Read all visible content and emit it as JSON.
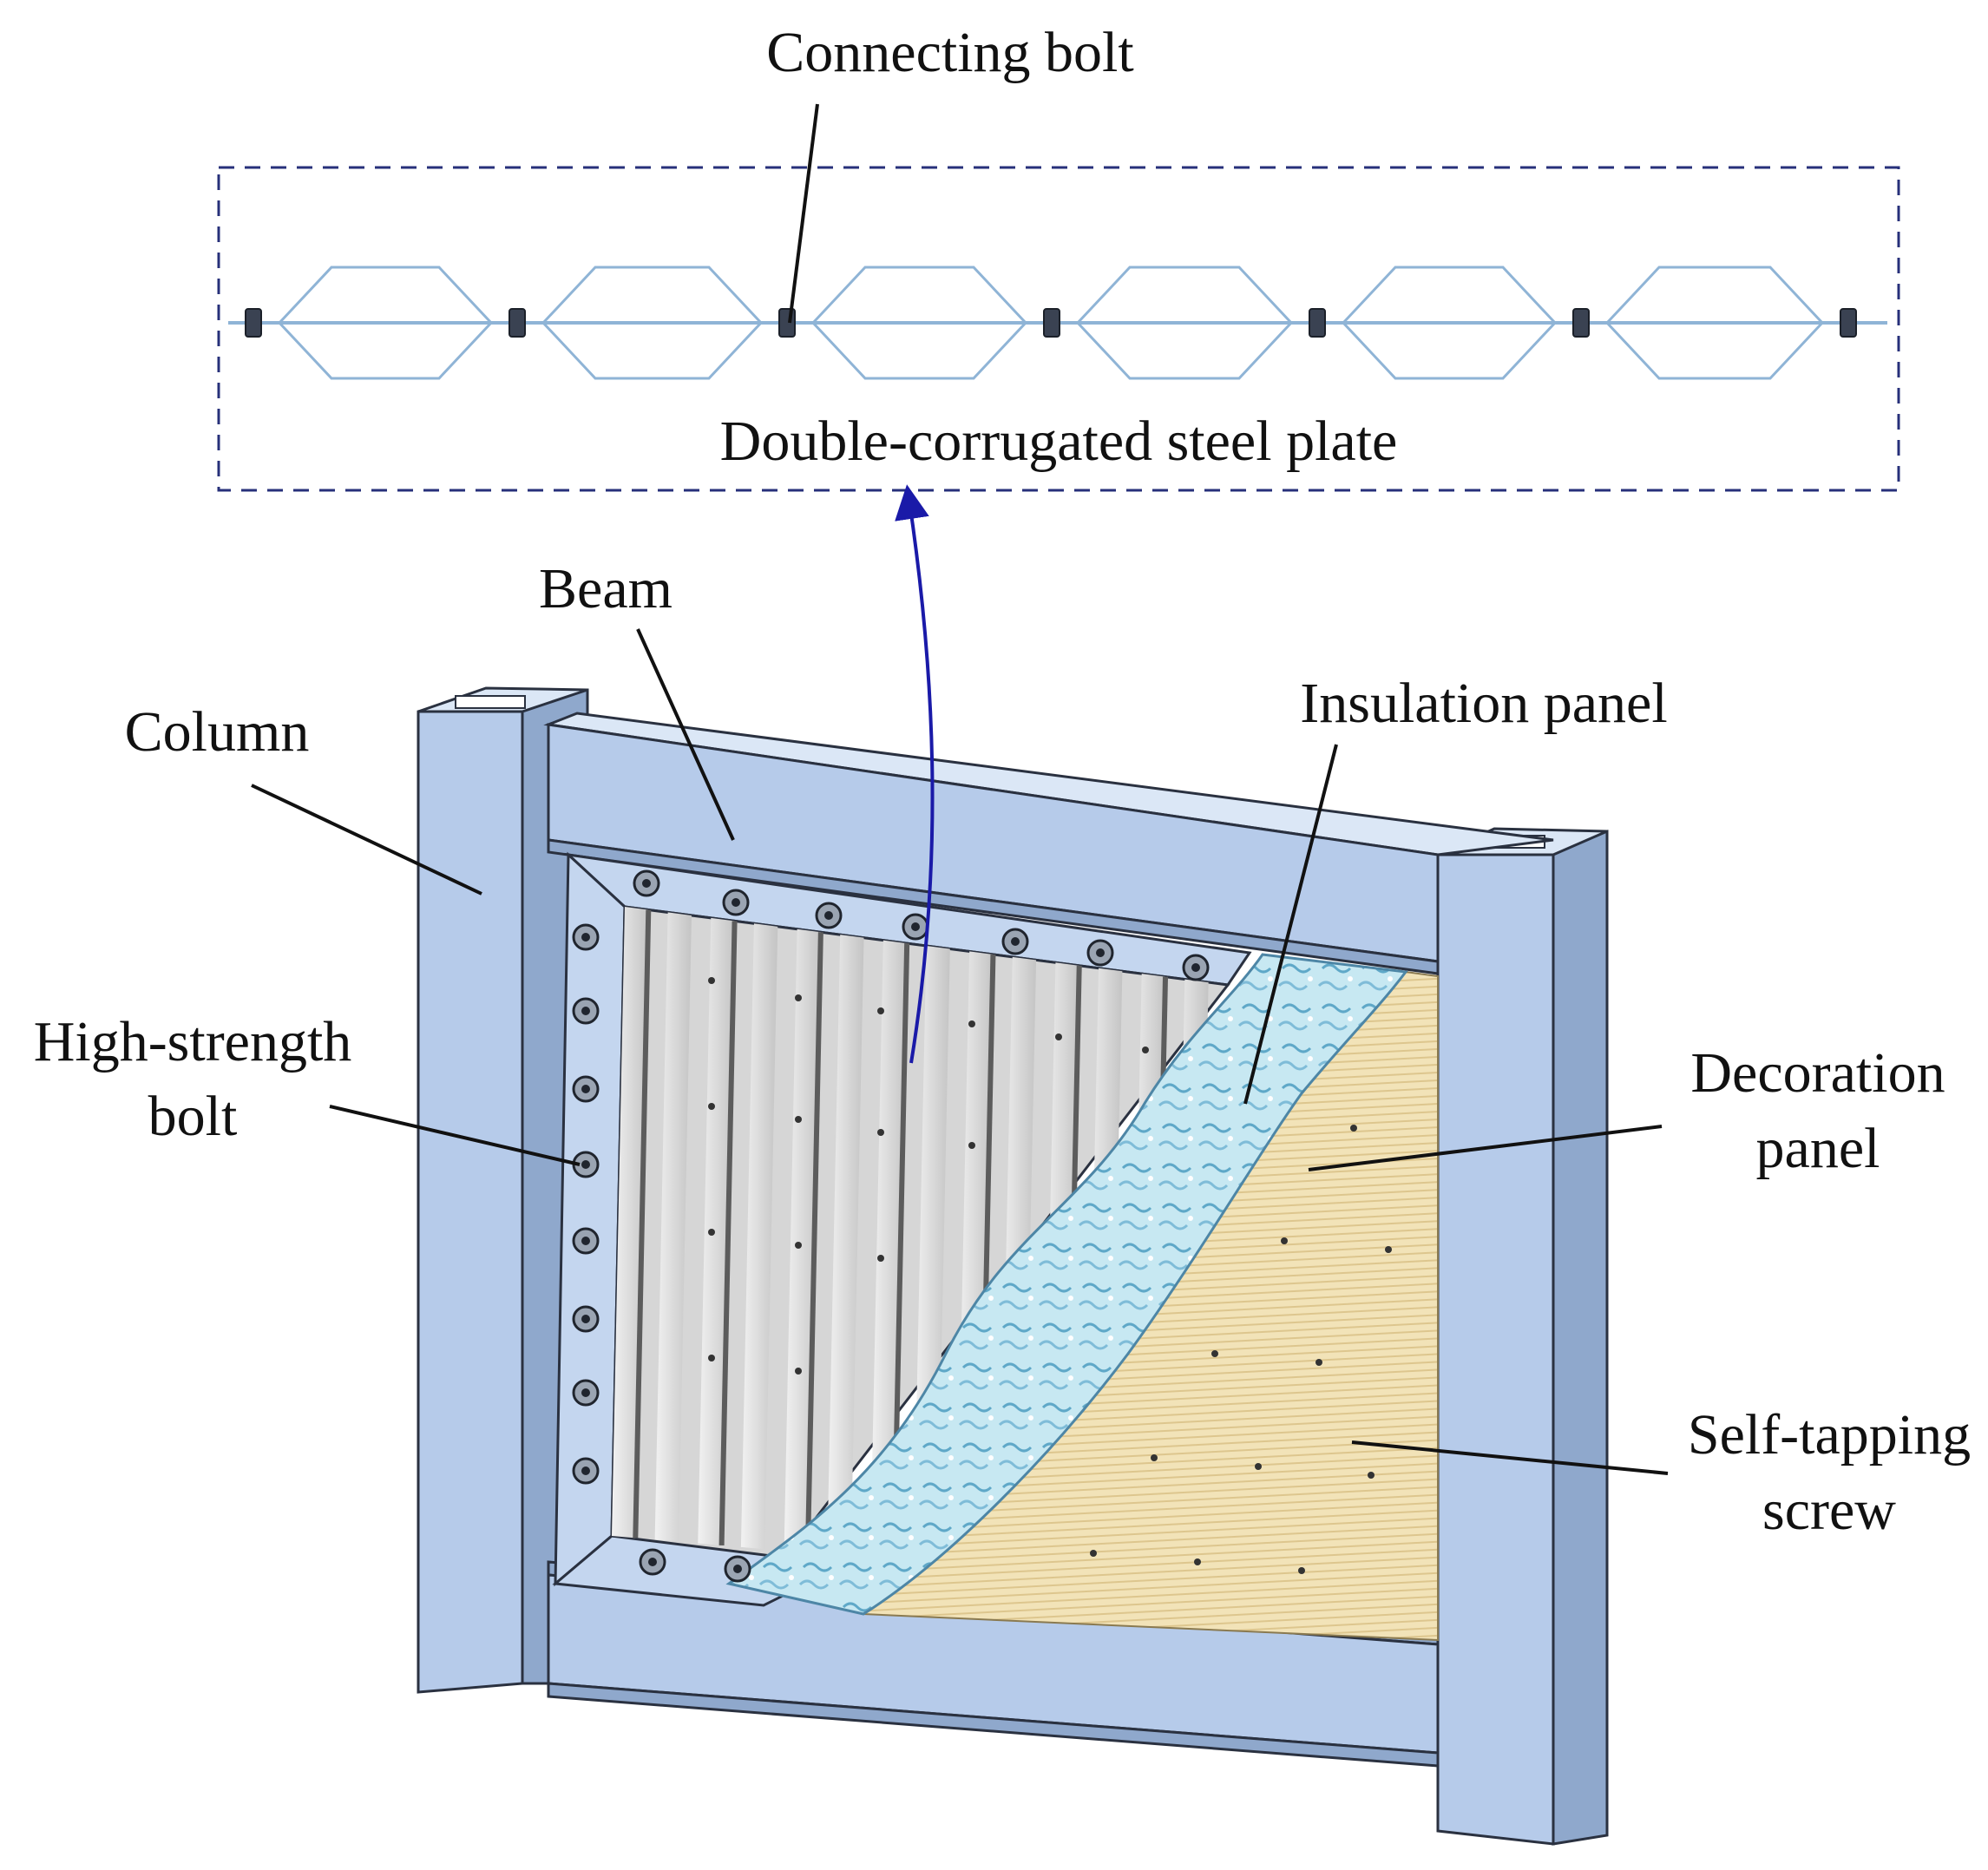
{
  "labels": {
    "connecting_bolt": "Connecting bolt",
    "plate": "Double-corrugated steel plate",
    "beam": "Beam",
    "column": "Column",
    "insulation": "Insulation panel",
    "hs_bolt_line1": "High-strength",
    "hs_bolt_line2": "bolt",
    "decoration_line1": "Decoration",
    "decoration_line2": "panel",
    "screw_line1": "Self-tapping",
    "screw_line2": "screw"
  },
  "colors": {
    "steel_frame": "#b6cbea",
    "steel_frame_dark": "#8fa8cc",
    "outline": "#2a3140",
    "corrugation": "#8fb4d6",
    "detail_box": "#27307a",
    "arrow": "#1a1aa8",
    "infill_light": "#d6d6d6",
    "infill_dark": "#5c5c5c",
    "insulation": "#bfe3ef",
    "decoration": "#efe0b4"
  },
  "icons": {
    "bolt": "hex-bolt-icon",
    "arrow": "curved-arrow-icon"
  }
}
